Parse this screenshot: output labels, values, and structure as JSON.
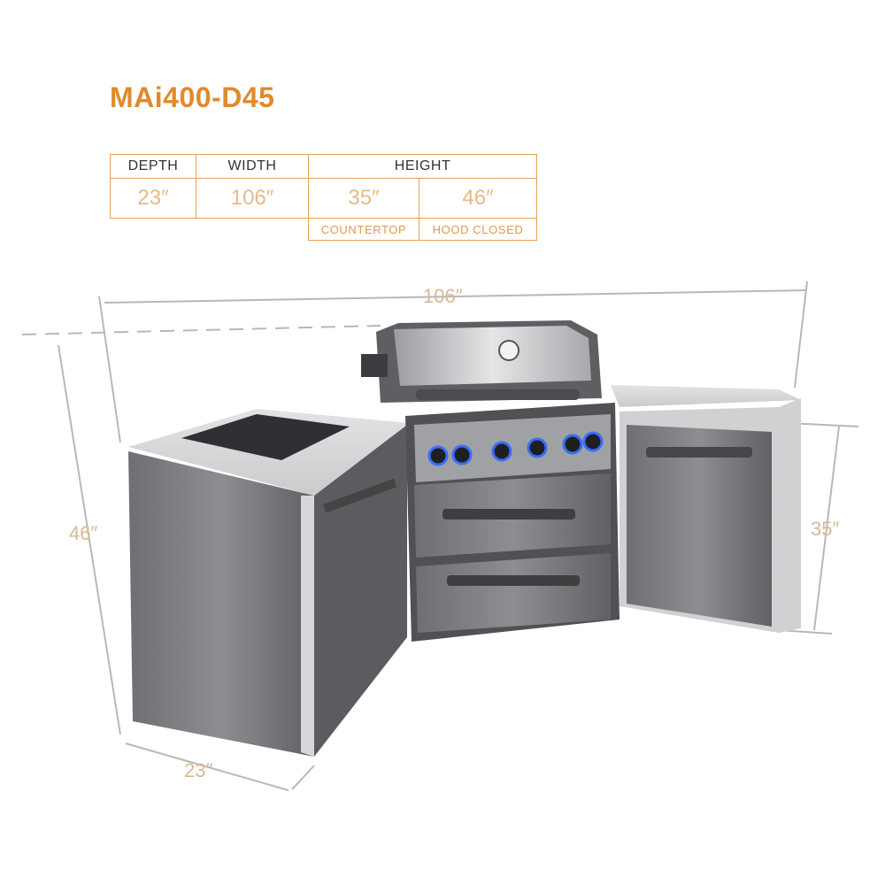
{
  "product": {
    "model": "MAi400-D45",
    "accent_color": "#e08a2c"
  },
  "spec_table": {
    "headers": {
      "depth": "DEPTH",
      "width": "WIDTH",
      "height": "HEIGHT"
    },
    "values": {
      "depth": "23″",
      "width": "106″",
      "height_countertop": "35″",
      "height_hood_closed": "46″"
    },
    "sub_labels": {
      "countertop": "COUNTERTOP",
      "hood_closed": "HOOD CLOSED"
    }
  },
  "dimension_labels": {
    "width": "106″",
    "height_total": "46″",
    "height_counter": "35″",
    "depth": "23″"
  }
}
